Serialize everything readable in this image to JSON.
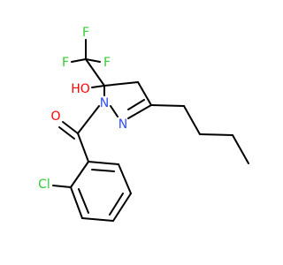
{
  "molecule": {
    "atoms": {
      "F1": {
        "text": "F",
        "color": "#33cc33"
      },
      "F2": {
        "text": "F",
        "color": "#33cc33"
      },
      "F3": {
        "text": "F",
        "color": "#33cc33"
      },
      "hydroxyl": {
        "text": "HO",
        "color": "#ff0000"
      },
      "N1": {
        "text": "N",
        "color": "#3050f8"
      },
      "N2": {
        "text": "N",
        "color": "#3050f8"
      },
      "carbonyl_O": {
        "text": "O",
        "color": "#ff0000"
      },
      "Cl": {
        "text": "Cl",
        "color": "#33cc33"
      }
    },
    "bond_color": "#000000"
  }
}
